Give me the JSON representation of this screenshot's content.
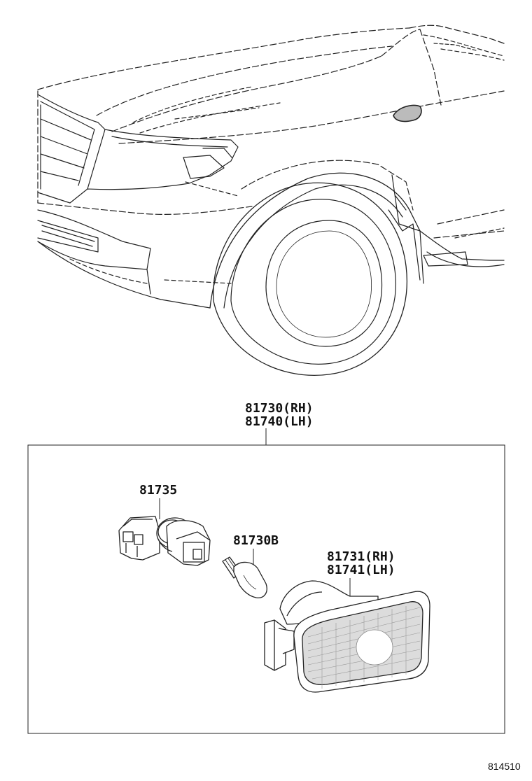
{
  "callouts": {
    "assembly_rh": "81730(RH)",
    "assembly_lh": "81740(LH)",
    "socket": "81735",
    "bulb": "81730B",
    "lens_rh": "81731(RH)",
    "lens_lh": "81741(LH)"
  },
  "reference_code": "814510"
}
